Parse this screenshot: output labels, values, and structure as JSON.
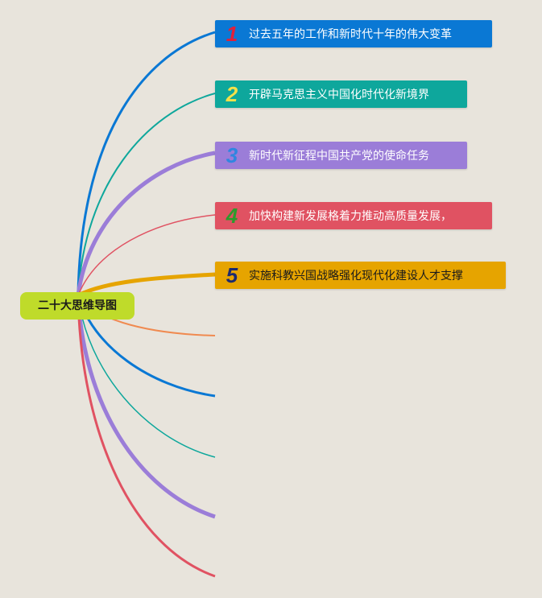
{
  "root": {
    "label": "二十大思维导图",
    "color": "#bfdb2a"
  },
  "topics": [
    {
      "number": "1",
      "label": "过去五年的工作和新时代十年的伟大变革",
      "bg": "#0a78d4",
      "number_color": "#e0203a"
    },
    {
      "number": "2",
      "label": "开辟马克思主义中国化时代化新境界",
      "bg": "#0ea79c",
      "number_color": "#f4e04a"
    },
    {
      "number": "3",
      "label": "新时代新征程中国共产党的使命任务",
      "bg": "#9b7dd8",
      "number_color": "#2f86e0"
    },
    {
      "number": "4",
      "label": "加快构建新发展格着力推动高质量发展，",
      "bg": "#e05262",
      "number_color": "#2c9b2c"
    },
    {
      "number": "5",
      "label": "实施科教兴国战略强化现代化建设人才支撑",
      "bg": "#e6a400",
      "number_color": "#1c2a6e"
    }
  ],
  "branch_colors": [
    "#0a78d4",
    "#0ea79c",
    "#9b7dd8",
    "#e05262",
    "#e6a400",
    "#f08a50",
    "#0a78d4",
    "#0ea79c",
    "#9b7dd8",
    "#e05262"
  ]
}
